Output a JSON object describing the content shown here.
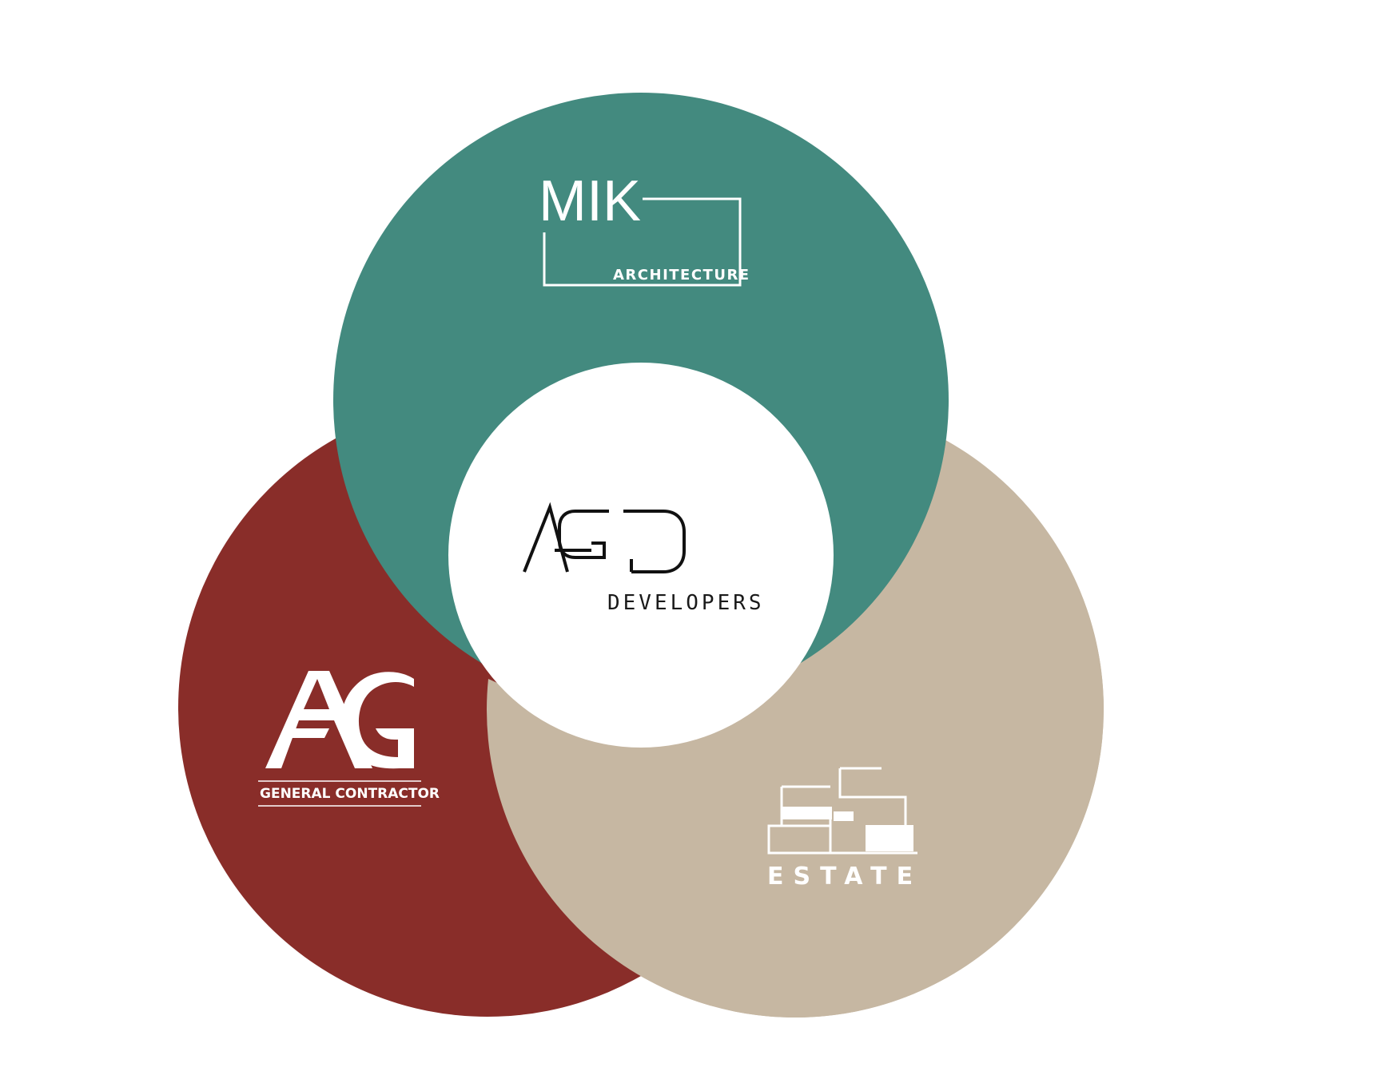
{
  "colors": {
    "background": "#ffffff",
    "architecture": "#438a7f",
    "general_contractor": "#892d29",
    "estate": "#c6b7a2",
    "developers": "#ffffff",
    "developers_ink": "#111111",
    "logo_ink": "#ffffff"
  },
  "logos": {
    "architecture": {
      "wordmark": "MIK",
      "caption": "ARCHITECTURE"
    },
    "general_contractor": {
      "wordmark": "AG",
      "caption": "GENERAL CONTRACTOR"
    },
    "estate": {
      "caption": "ESTATE"
    },
    "developers": {
      "wordmark": "AGD",
      "caption": "DEVELOPERS"
    }
  }
}
